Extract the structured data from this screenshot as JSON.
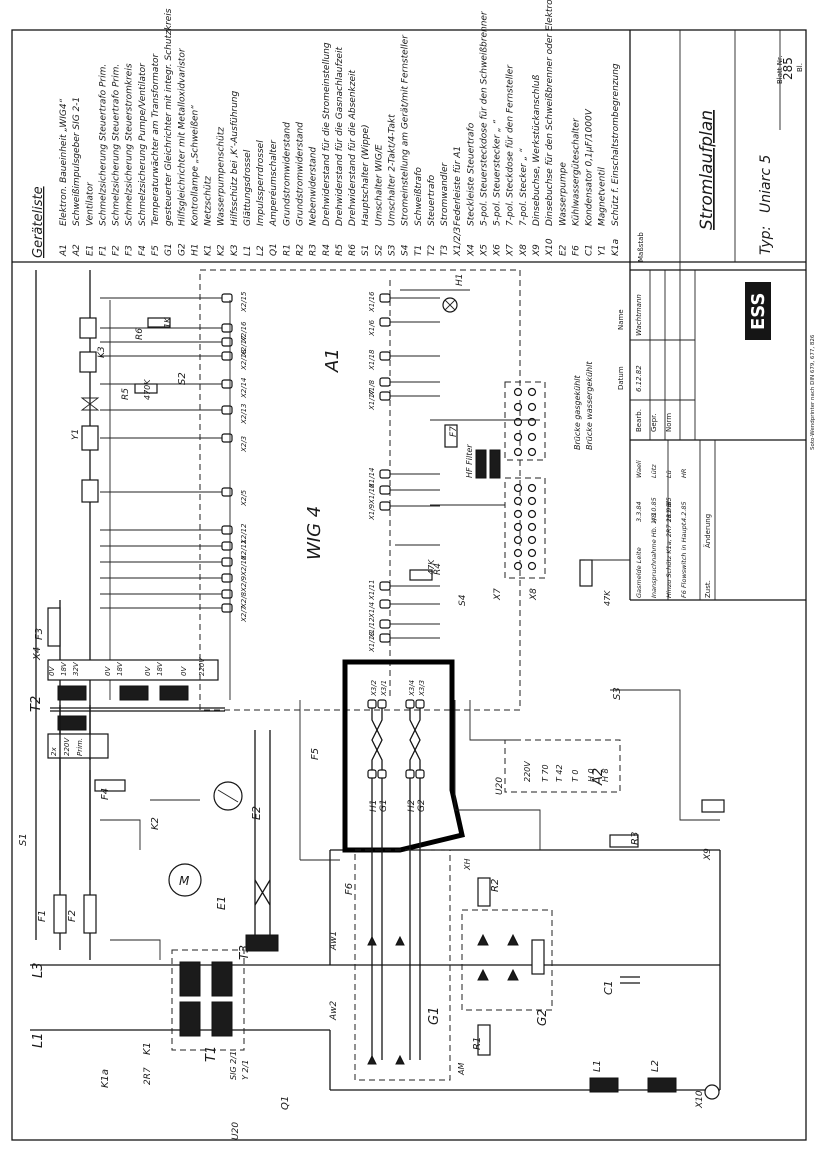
{
  "legend_heading": "Geräteliste",
  "legend_items": [
    {
      "code": "A1",
      "text": "Elektron. Baueinheit „WIG4“"
    },
    {
      "code": "A2",
      "text": "Schweißimpulsgeber SIG 2-1"
    },
    {
      "code": "E1",
      "text": "Ventilator"
    },
    {
      "code": "F1",
      "text": "Schmelzsicherung Steuertrafo Prim."
    },
    {
      "code": "F2",
      "text": "Schmelzsicherung Steuertrafo Prim."
    },
    {
      "code": "F3",
      "text": "Schmelzsicherung Steuerstromkreis"
    },
    {
      "code": "F4",
      "text": "Schmelzsicherung Pumpe/Ventilator"
    },
    {
      "code": "F5",
      "text": "Temperaturwächter am Transformator"
    },
    {
      "code": "G1",
      "text": "gesteuerter Gleichrichter mit integr. Schutzkreis"
    },
    {
      "code": "G2",
      "text": "Hilfsgleichrichter mit Metalloxidvaristor"
    },
    {
      "code": "H1",
      "text": "Kontrollampe „Schweißen“"
    },
    {
      "code": "K1",
      "text": "Netzschütz"
    },
    {
      "code": "K2",
      "text": "Wasserpumpenschütz"
    },
    {
      "code": "K3",
      "text": "Hilfsschütz bei ‚K‘-Ausführung"
    },
    {
      "code": "L1",
      "text": "Glättungsdrossel"
    },
    {
      "code": "L2",
      "text": "Impulssperrdrossel"
    },
    {
      "code": "Q1",
      "text": "Amperéumschalter"
    },
    {
      "code": "R1",
      "text": "Grundstromwiderstand"
    },
    {
      "code": "R2",
      "text": "Grundstromwiderstand"
    },
    {
      "code": "R3",
      "text": "Nebenwiderstand"
    },
    {
      "code": "R4",
      "text": "Drehwiderstand für die Stromeinstellung"
    },
    {
      "code": "R5",
      "text": "Drehwiderstand für die Gasnachlaufzeit"
    },
    {
      "code": "R6",
      "text": "Drehwiderstand für die Absenkzeit"
    },
    {
      "code": "S1",
      "text": "Hauptschalter (Wippe)"
    },
    {
      "code": "S2",
      "text": "Umschalter WIG/E"
    },
    {
      "code": "S3",
      "text": "Umschalter 2-Takt/4-Takt"
    },
    {
      "code": "S4",
      "text": "Stromeinstellung am Gerät/mit Fernsteller"
    },
    {
      "code": "T1",
      "text": "Schweißtrafo"
    },
    {
      "code": "T2",
      "text": "Steuertrafo"
    },
    {
      "code": "T3",
      "text": "Stromwandler"
    },
    {
      "code": "X1/2/3",
      "text": "Federleiste für A1"
    },
    {
      "code": "X4",
      "text": "Steckleiste Steuertrafo"
    },
    {
      "code": "X5",
      "text": "5-pol. Steuersteckdose für den Schweißbrenner"
    },
    {
      "code": "X6",
      "text": "5-pol. Steuerstecker „ “"
    },
    {
      "code": "X7",
      "text": "7-pol. Steckdose für den Fernsteller"
    },
    {
      "code": "X8",
      "text": "7-pol. Stecker „ “"
    },
    {
      "code": "X9",
      "text": "Dinsebuchse, Werkstückanschluß"
    },
    {
      "code": "X10",
      "text": "Dinsebuchse für den Schweißbrenner oder Elektrodenhalter"
    },
    {
      "code": "E2",
      "text": "Wasserpumpe"
    },
    {
      "code": "F6",
      "text": "Kühlwassergüteschalter"
    },
    {
      "code": "C1",
      "text": "Kondensator 0,1µF/1000V"
    },
    {
      "code": "Y1",
      "text": "Magnetventil"
    },
    {
      "code": "K1a",
      "text": "Schütz f. Einschaltstrombegrenzung"
    }
  ],
  "title_block": {
    "title": "Stromlaufplan",
    "type_label": "Typ:",
    "type_value": "Uniarc 5",
    "logo": "ESS",
    "scale_label": "Maßstab",
    "blatt_label": "Blatt Nr.",
    "blatt_number": "285",
    "blatt_suffix": "Bl.",
    "col_datum": "Datum",
    "col_name": "Name",
    "row_bearb": "Bearb.",
    "row_gepr": "Gepr.",
    "row_norm": "Norm",
    "bearb_date": "6.12.82",
    "bearb_name": "Wachtmann",
    "zust_label": "Zust.",
    "aenderung_label": "Änderung",
    "revisions": [
      {
        "text": "Gasmelde Leite",
        "date": "3.3.84",
        "name": "Waeli"
      },
      {
        "text": "Inanspruchnahme Hb. 1/8",
        "date": "4.10.85",
        "name": "Lütz"
      },
      {
        "text": "Hinzu Schütz K1a, 2R7 2R1 Bl.",
        "date": "11.9.85",
        "name": "Lü"
      },
      {
        "text": "F6 Flowswitch in Haupt.",
        "date": "4.2.85",
        "name": "HR"
      }
    ],
    "side_note": "Soto-Wendprinter nach DIN 679, 677, 826"
  },
  "diagram_labels": {
    "wig4": "WIG 4",
    "a1": "A1",
    "a2": "A2",
    "hf_filter": "HF Filter",
    "bruecke_gas": "Brücke gasgekühlt",
    "bruecke_wasser": "Brücke wassergekühlt",
    "x4_taps": [
      "0V",
      "18V",
      "32V",
      "0V",
      "18V",
      "0V",
      "18V",
      "0V",
      "220V"
    ],
    "x4_lower": [
      "2x",
      "220V",
      "Prim."
    ],
    "a2_pins": [
      "220V",
      "T 70",
      "T 42",
      "T 0",
      "H 0",
      "H 8"
    ],
    "x3_pins": [
      "X3/2",
      "X3/1",
      "X3/4",
      "X3/3"
    ],
    "g1_pins": [
      "H1",
      "G1",
      "H2",
      "G2"
    ],
    "left_connectors": [
      "X2/15",
      "X2/16",
      "X2/17",
      "X2/18",
      "X2/14",
      "X2/13",
      "X2/3",
      "X2/5",
      "X2/12",
      "X2/11",
      "X2/10",
      "X2/9",
      "X2/8",
      "X2/7"
    ],
    "right_connectors": [
      "X1/16",
      "X1/6",
      "X1/18",
      "X1/8",
      "X1/17",
      "X1/14",
      "X1/10",
      "X1/9",
      "X1/11",
      "X1/4",
      "X1/12",
      "X1/13"
    ],
    "components": {
      "t1": "T1",
      "t2": "T2",
      "t3": "T3",
      "l1": "L1",
      "l3": "L3",
      "f1": "F1",
      "f2": "F2",
      "f3": "F3",
      "f4": "F4",
      "f5": "F5",
      "f6": "F6",
      "f7": "F7",
      "s1": "S1",
      "s2": "S2",
      "s3": "S3",
      "s4": "S4",
      "k1": "K1",
      "k1a": "K1a",
      "k2": "K2",
      "k3": "K3",
      "e1": "E1",
      "e2": "E2",
      "y1": "Y1",
      "h1": "H1",
      "r1": "R1",
      "r2": "R2",
      "r3": "R3",
      "r4": "R4",
      "r5": "R5",
      "r6": "R6",
      "c1": "C1",
      "g1": "G1",
      "g2": "G2",
      "q1": "Q1",
      "l1_coil": "L1",
      "l2_coil": "L2",
      "x4": "X4",
      "x7": "X7",
      "x8": "X8",
      "x9": "X9",
      "x10": "X10",
      "r4_value": "47K",
      "r5_value": "470K",
      "r6_value": "1K",
      "r_x8": "47K",
      "rt7": "2R7",
      "u20_a": "U20",
      "u20_b": "U20",
      "sig": "SIG 2/1",
      "y": "Y 2/1",
      "aw1": "Aw1",
      "aw2": "Aw2",
      "am": "AM",
      "xh": "XH"
    }
  }
}
